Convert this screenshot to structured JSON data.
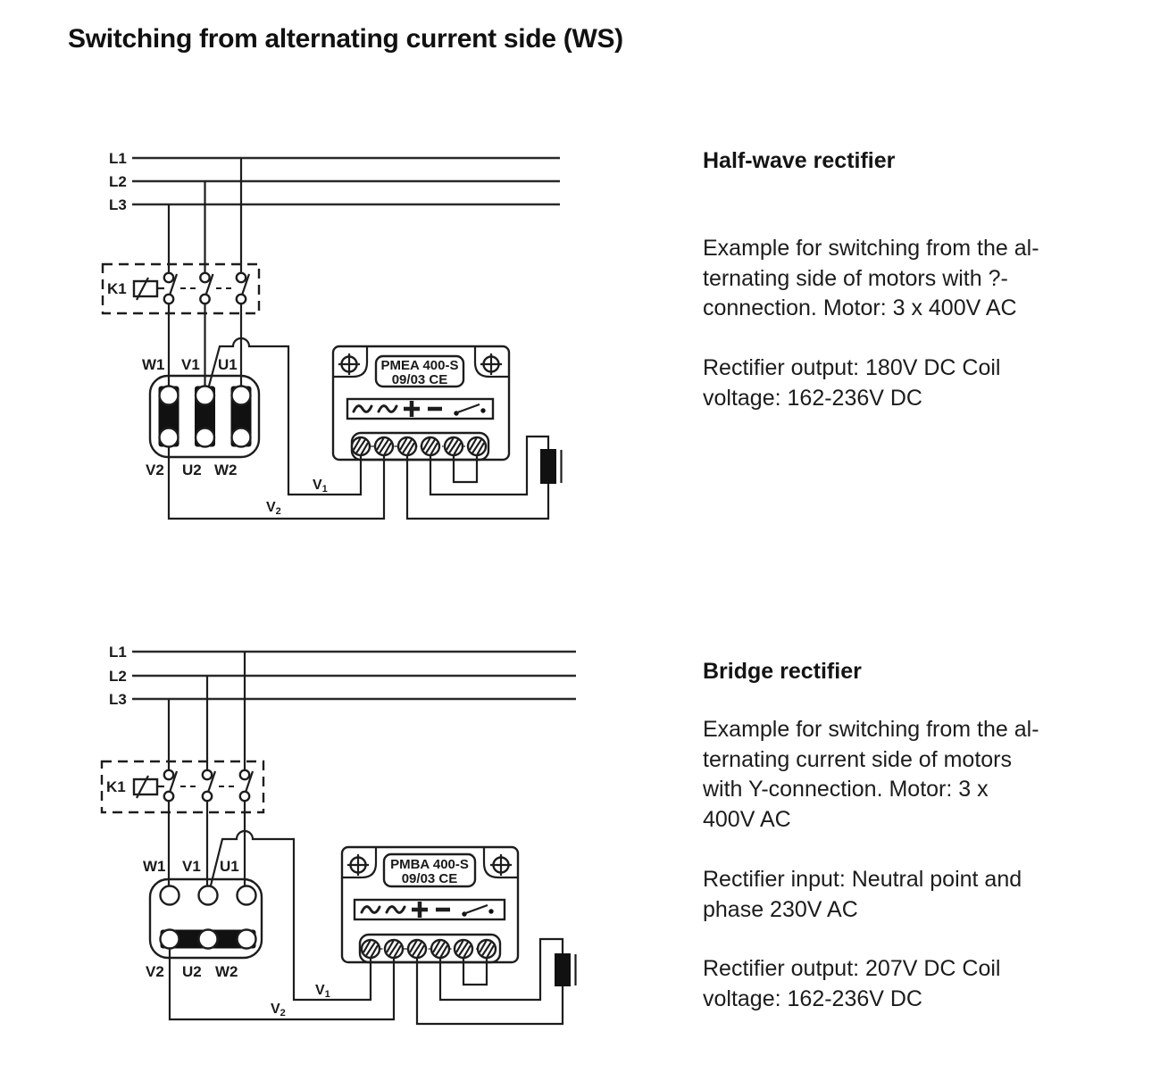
{
  "title": "Switching from alternating current side (WS)",
  "top_diagram": {
    "lines": {
      "l1": "L1",
      "l2": "L2",
      "l3": "L3"
    },
    "contactor": "K1",
    "motor_terminals": {
      "w1": "W1",
      "v1": "V1",
      "u1": "U1",
      "v2": "V2",
      "u2": "U2",
      "w2": "W2"
    },
    "device": {
      "line1": "PMEA 400-S",
      "line2": "09/03 CE"
    },
    "wire_labels": {
      "v1": {
        "base": "V",
        "sub": "1"
      },
      "v2": {
        "base": "V",
        "sub": "2"
      }
    }
  },
  "bottom_diagram": {
    "lines": {
      "l1": "L1",
      "l2": "L2",
      "l3": "L3"
    },
    "contactor": "K1",
    "motor_terminals": {
      "w1": "W1",
      "v1": "V1",
      "u1": "U1",
      "v2": "V2",
      "u2": "U2",
      "w2": "W2"
    },
    "device": {
      "line1": "PMBA 400-S",
      "line2": "09/03 CE"
    },
    "wire_labels": {
      "v1": {
        "base": "V",
        "sub": "1"
      },
      "v2": {
        "base": "V",
        "sub": "2"
      }
    }
  },
  "sections": {
    "half_wave": {
      "heading": "Half-wave rectifier",
      "description": "Example for switching from the al-\nternating side of motors with ?-\nconnection. Motor: 3 x 400V AC",
      "output": "Rectifier output: 180V DC Coil\nvoltage: 162-236V DC"
    },
    "bridge": {
      "heading": "Bridge rectifier",
      "description": "Example for switching from the al-\nternating current side of motors\nwith Y-connection. Motor: 3 x\n400V AC",
      "input": "Rectifier input: Neutral point and\nphase 230V AC",
      "output": "Rectifier output: 207V DC Coil\nvoltage: 162-236V DC"
    }
  }
}
